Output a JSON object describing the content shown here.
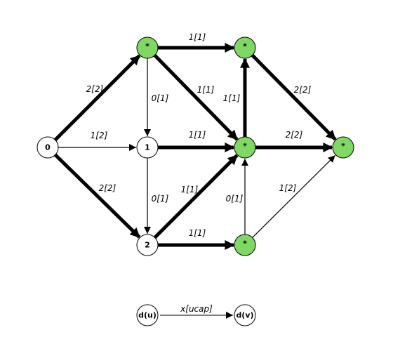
{
  "colors": {
    "reached": "#7fd863",
    "unreached": "#ffffff",
    "stroke": "#000000"
  },
  "nodes": [
    {
      "id": "s",
      "label": "0",
      "reached": false
    },
    {
      "id": "a",
      "label": "*",
      "reached": true
    },
    {
      "id": "b",
      "label": "1",
      "reached": false
    },
    {
      "id": "c",
      "label": "2",
      "reached": false
    },
    {
      "id": "d",
      "label": "*",
      "reached": true
    },
    {
      "id": "e",
      "label": "*",
      "reached": true
    },
    {
      "id": "f",
      "label": "*",
      "reached": true
    },
    {
      "id": "t",
      "label": "*",
      "reached": true
    }
  ],
  "edges": [
    {
      "from": "s",
      "to": "a",
      "label": "2[2]",
      "thick": true
    },
    {
      "from": "s",
      "to": "b",
      "label": "1[2]",
      "thick": false
    },
    {
      "from": "s",
      "to": "c",
      "label": "2[2]",
      "thick": true
    },
    {
      "from": "a",
      "to": "b",
      "label": "0[1]",
      "thick": false
    },
    {
      "from": "a",
      "to": "d",
      "label": "1[1]",
      "thick": true
    },
    {
      "from": "a",
      "to": "e",
      "label": "1[1]",
      "thick": true
    },
    {
      "from": "b",
      "to": "e",
      "label": "1[1]",
      "thick": true
    },
    {
      "from": "b",
      "to": "c",
      "label": "0[1]",
      "thick": false
    },
    {
      "from": "c",
      "to": "e",
      "label": "1[1]",
      "thick": true
    },
    {
      "from": "c",
      "to": "f",
      "label": "1[1]",
      "thick": true
    },
    {
      "from": "e",
      "to": "d",
      "label": "1[1]",
      "thick": true
    },
    {
      "from": "d",
      "to": "t",
      "label": "2[2]",
      "thick": true
    },
    {
      "from": "e",
      "to": "t",
      "label": "2[2]",
      "thick": true
    },
    {
      "from": "f",
      "to": "e",
      "label": "0[1]",
      "thick": false
    },
    {
      "from": "f",
      "to": "t",
      "label": "1[2]",
      "thick": false
    }
  ],
  "legend": {
    "from_label": "d(u)",
    "to_label": "d(v)",
    "edge_label": "x[ucap]"
  }
}
